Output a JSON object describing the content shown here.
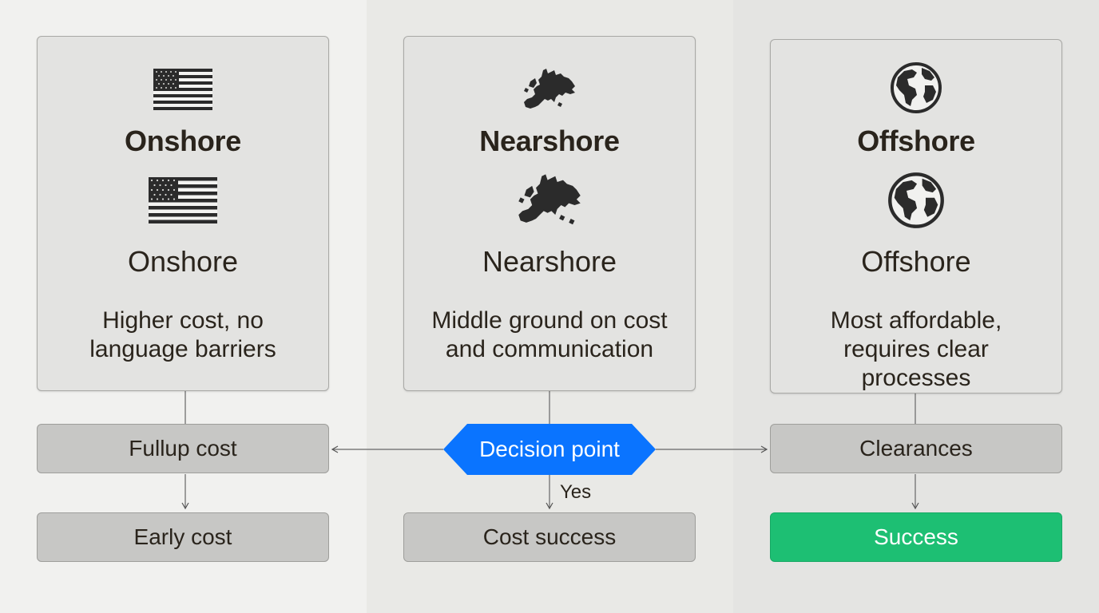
{
  "columns": [
    {
      "title_bold": "Onshore",
      "title": "Onshore",
      "description": "Higher cost, no language barriers",
      "icon": "us-flag-icon",
      "step1": "Fullup cost",
      "step2": "Early cost"
    },
    {
      "title_bold": "Nearshore",
      "title": "Nearshore",
      "description": "Middle ground on cost and communication",
      "icon": "europe-map-icon",
      "step2": "Cost success"
    },
    {
      "title_bold": "Offshore",
      "title": "Offshore",
      "description": "Most affordable, requires clear processes",
      "icon": "globe-icon",
      "step1": "Clearances",
      "step2": "Success"
    }
  ],
  "decision": {
    "label": "Decision point",
    "yes_label": "Yes"
  },
  "colors": {
    "decision_fill": "#0a74ff",
    "success_fill": "#1dbf73",
    "box_fill": "#c7c7c5",
    "card_fill": "#e3e3e1"
  }
}
